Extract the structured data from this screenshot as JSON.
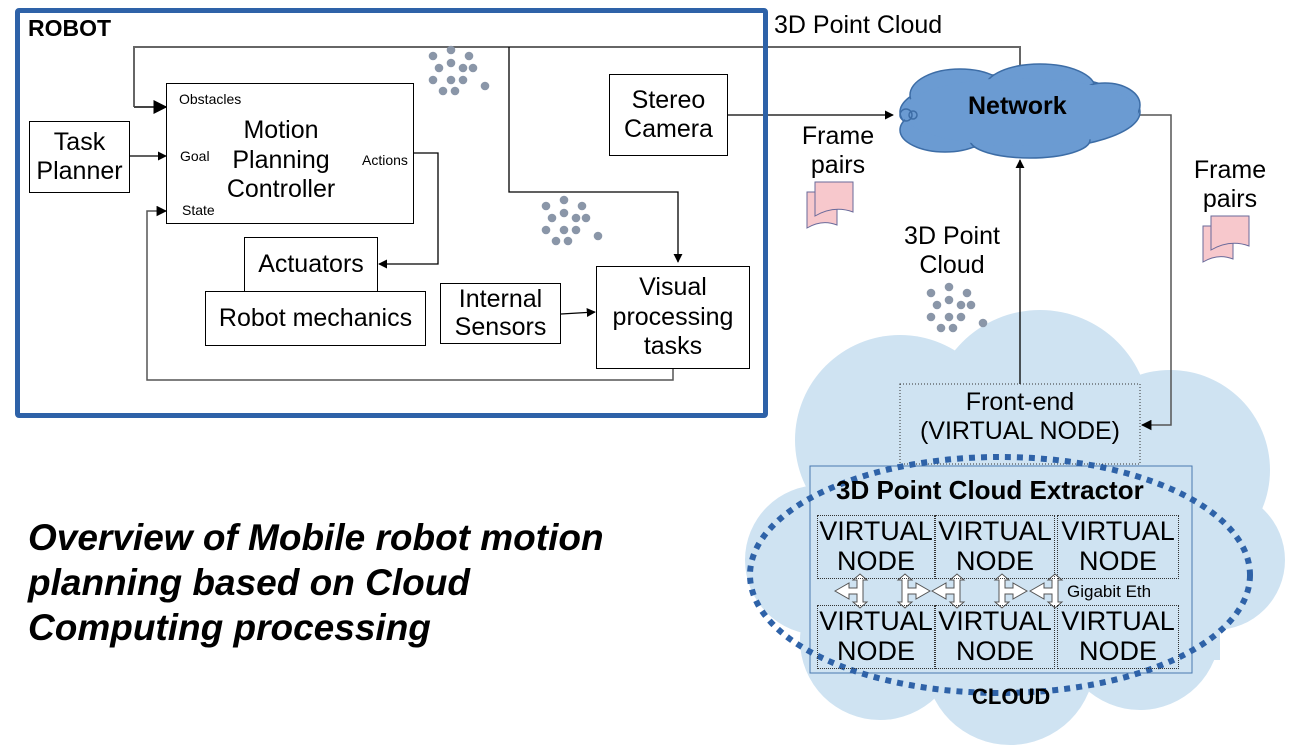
{
  "robot": {
    "title": "ROBOT",
    "task_planner": [
      "Task",
      "Planner"
    ],
    "motion_controller": {
      "title": [
        "Motion",
        "Planning",
        "Controller"
      ],
      "inputs": {
        "obstacles": "Obstacles",
        "goal": "Goal",
        "state": "State"
      },
      "output": "Actions"
    },
    "actuators": "Actuators",
    "robot_mechanics": "Robot mechanics",
    "stereo_camera": [
      "Stereo",
      "Camera"
    ],
    "internal_sensors": [
      "Internal",
      "Sensors"
    ],
    "visual_processing": [
      "Visual",
      "processing",
      "tasks"
    ]
  },
  "links": {
    "point_cloud_top": "3D Point Cloud",
    "frame_pairs_left": [
      "Frame",
      "pairs"
    ],
    "frame_pairs_right": [
      "Frame",
      "pairs"
    ],
    "point_cloud_mid": [
      "3D Point",
      "Cloud"
    ]
  },
  "network": {
    "label": "Network"
  },
  "cloud": {
    "label": "CLOUD",
    "front_end": [
      "Front-end",
      "(VIRTUAL NODE)"
    ],
    "extractor": {
      "title": "3D Point Cloud Extractor",
      "nodes": [
        [
          "VIRTUAL",
          "NODE"
        ],
        [
          "VIRTUAL",
          "NODE"
        ],
        [
          "VIRTUAL",
          "NODE"
        ],
        [
          "VIRTUAL",
          "NODE"
        ],
        [
          "VIRTUAL",
          "NODE"
        ],
        [
          "VIRTUAL",
          "NODE"
        ]
      ],
      "interconnect": "Gigabit Eth"
    }
  },
  "caption": [
    "Overview of Mobile robot motion",
    "planning based on Cloud",
    "Computing processing"
  ],
  "colors": {
    "robot_frame": "#2e62a8",
    "network_cloud": "#6b9bd2",
    "cloud_bg": "#cfe3f2",
    "dotted_ellipse": "#2e62a8",
    "point_dots": "#8a96a8",
    "frame_doc": "#f7c8cc"
  }
}
